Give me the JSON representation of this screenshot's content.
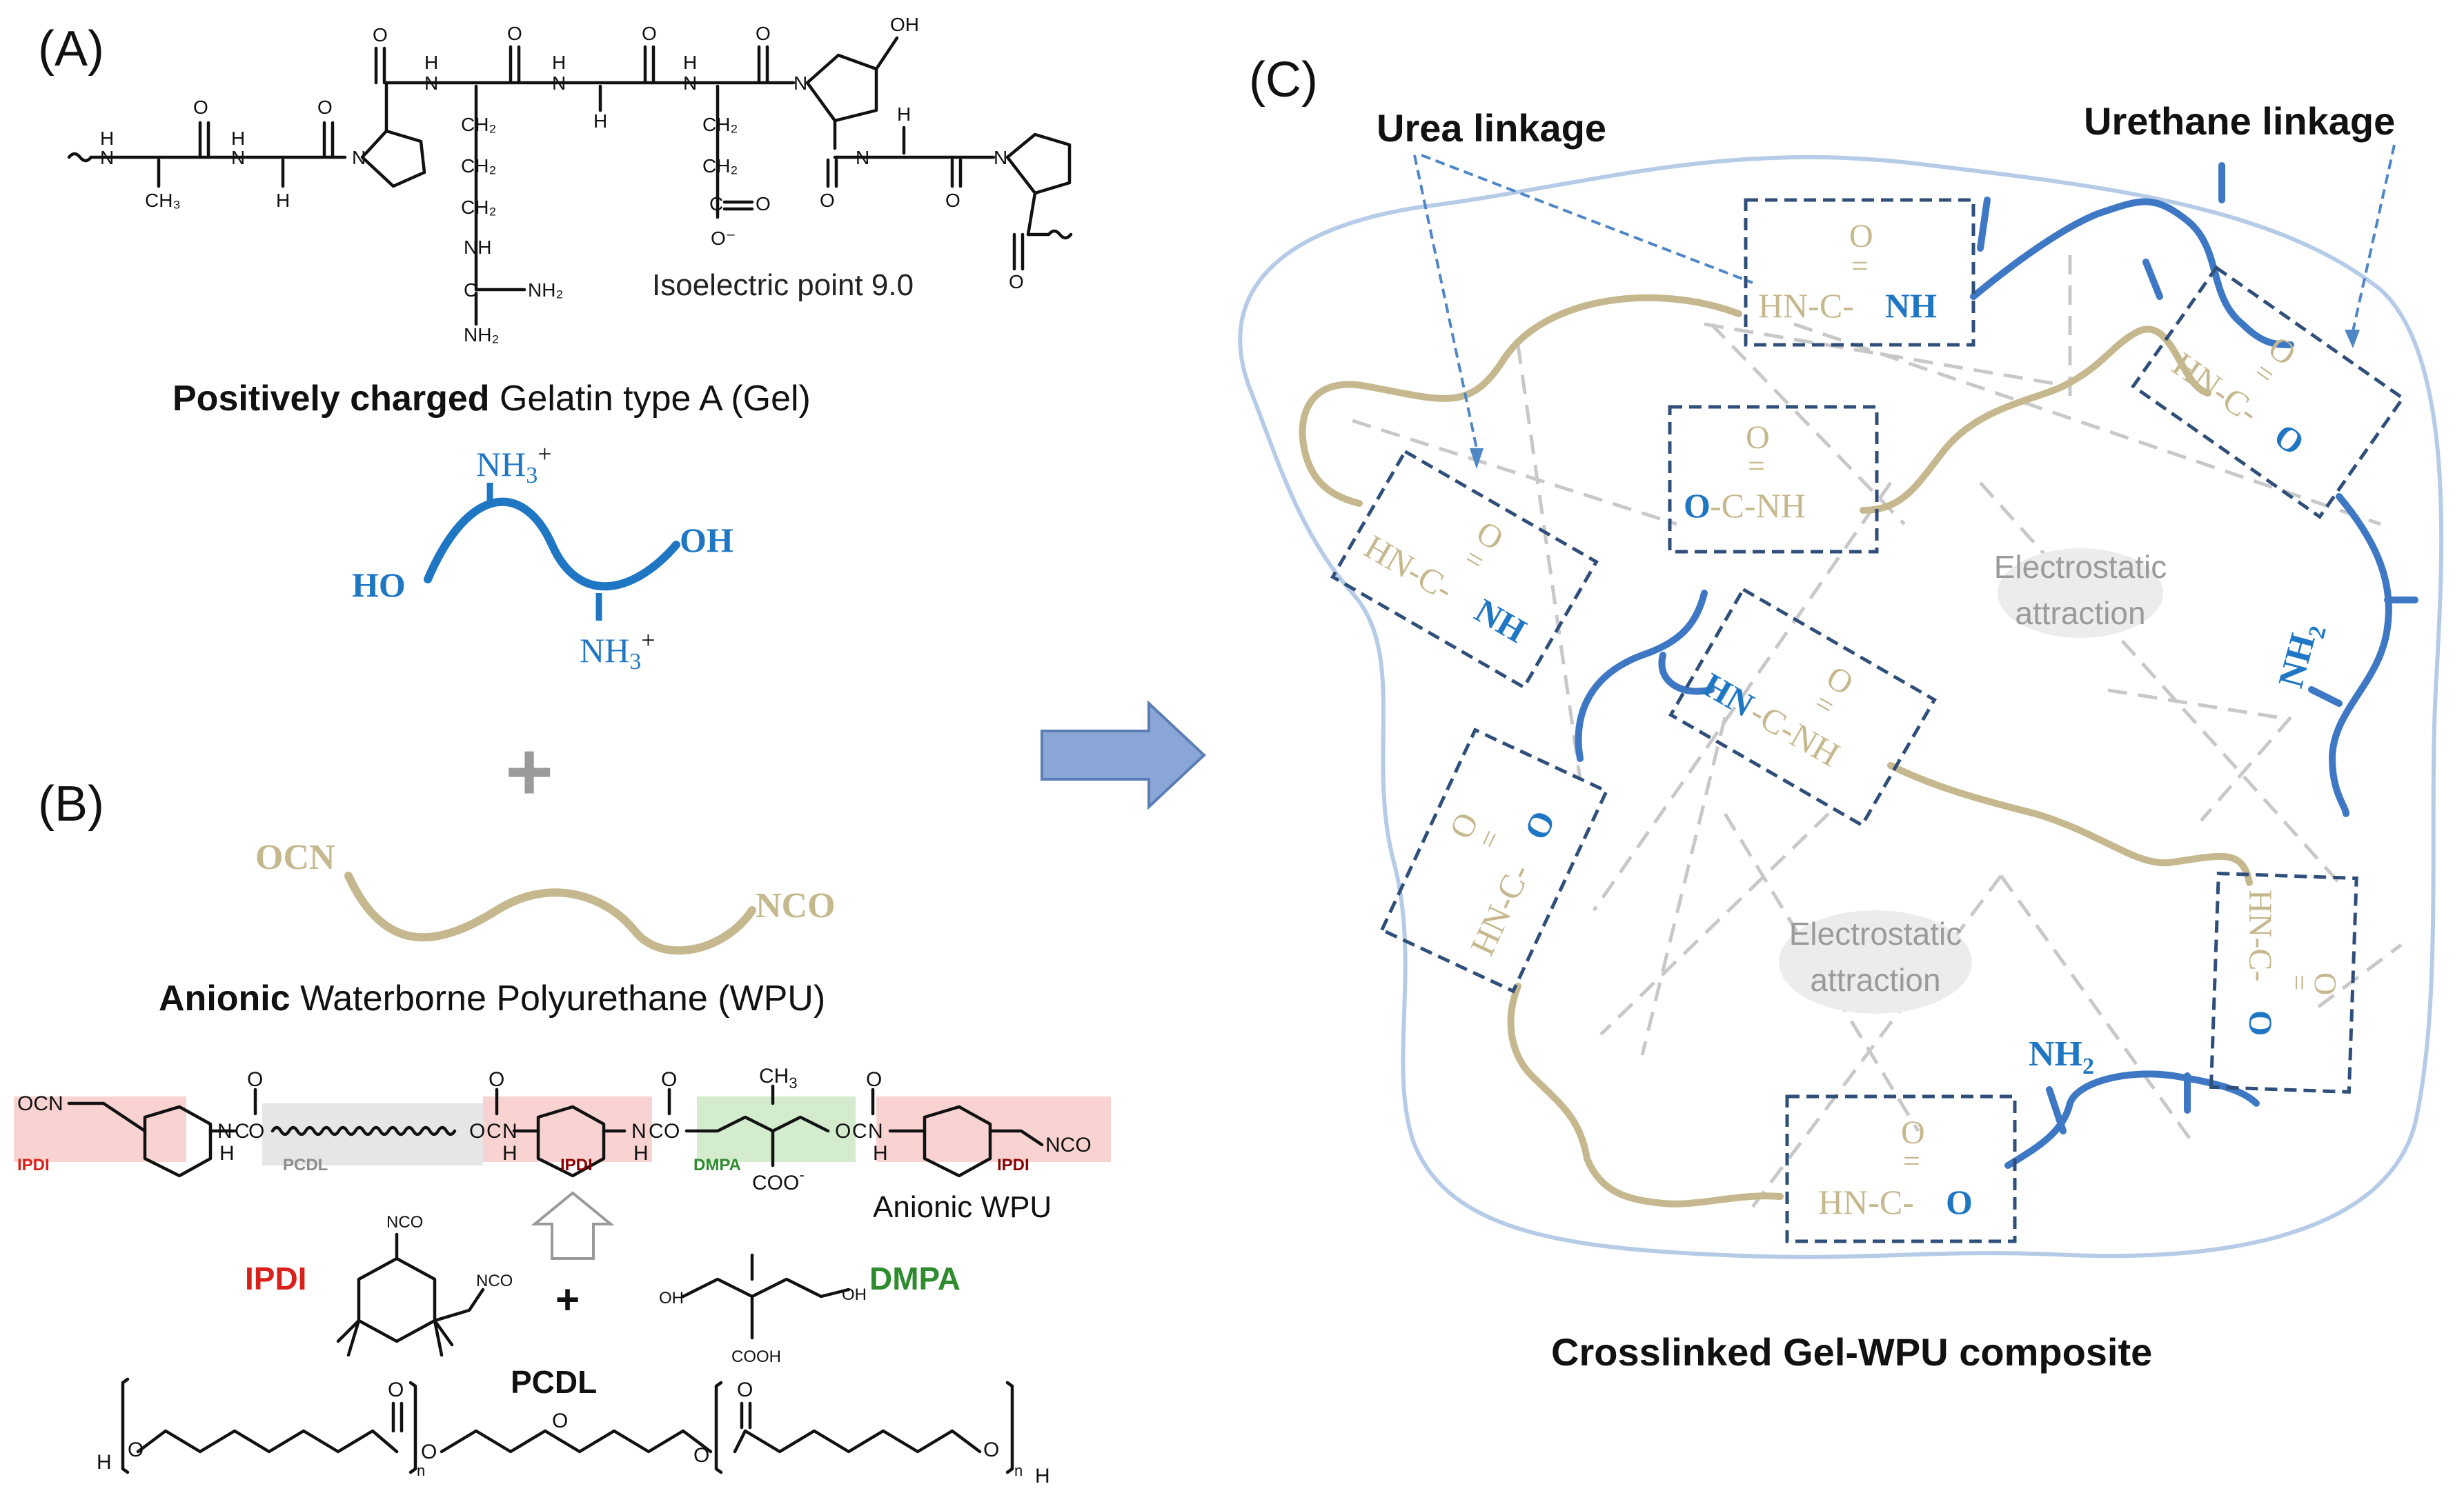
{
  "panels": {
    "a_label": "(A)",
    "b_label": "(B)",
    "c_label": "(C)"
  },
  "gelatin": {
    "isoelectric": "Isoelectric point 9.0",
    "caption_bold": "Positively charged",
    "caption_rest": " Gelatin type A (Gel)",
    "nh3_top": "NH",
    "nh3_bottom": "NH",
    "ho": "HO",
    "oh": "OH",
    "charge": "+",
    "sub3": "3"
  },
  "wpu": {
    "ocn": "OCN",
    "nco": "NCO",
    "caption_bold": "Anionic",
    "caption_rest": " Waterborne Polyurethane (WPU)",
    "plus": "+"
  },
  "structure_b": {
    "ipdi_tag": "IPDI",
    "pcdl_tag": "PCDL",
    "dmpa_tag": "DMPA",
    "anionic_wpu": "Anionic  WPU",
    "ipdi_label": "IPDI",
    "dmpa_label": "DMPA",
    "pcdl_label": "PCDL",
    "plus": "+",
    "coo": "COO",
    "ch3": "CH",
    "nco_small": "NCO",
    "oh_small": "OH",
    "cooh": "COOH"
  },
  "composite": {
    "urea_linkage": "Urea linkage",
    "urethane_linkage": "Urethane linkage",
    "electrostatic_1a": "Electrostatic",
    "electrostatic_1b": "attraction",
    "electrostatic_2a": "Electrostatic",
    "electrostatic_2b": "attraction",
    "caption": "Crosslinked Gel-WPU composite",
    "o": "O",
    "eq": "=",
    "hn_c": "HN-C-",
    "nh": "NH",
    "o_c_nh": "-C-NH",
    "nh2": "NH",
    "sub2": "2",
    "c_dash": "-C-",
    "hn": "HN"
  },
  "colors": {
    "gold": "#c6b88e",
    "blue": "#1f77c4",
    "box": "#2f4f7a",
    "ipdi_red": "#d9211c",
    "dmpa_green": "#2e8b2e",
    "arrow_fill": "#8aa6d6"
  }
}
